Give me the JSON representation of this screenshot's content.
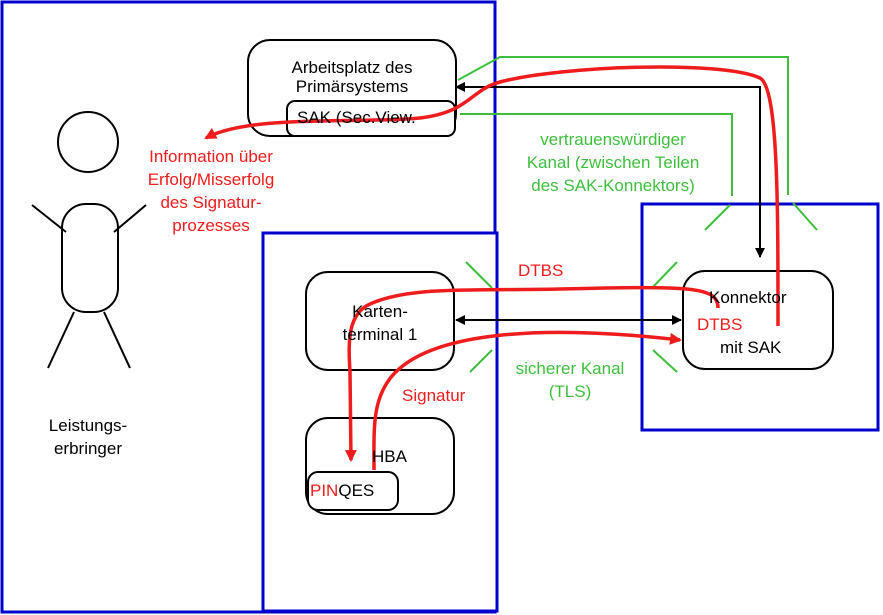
{
  "workstation": {
    "line1": "Arbeitsplatz des",
    "line2": "Primärsystems"
  },
  "sak_sec_view": "SAK (Sec.View.",
  "info": {
    "line1": "Information über",
    "line2": "Erfolg/Misserfolg",
    "line3": "des Signatur-",
    "line4": "prozesses"
  },
  "trusted_channel": {
    "line1": "vertrauenswürdiger",
    "line2": "Kanal (zwischen Teilen",
    "line3": "des SAK-Konnektors)"
  },
  "dtbs_top": "DTBS",
  "card_terminal": {
    "line1": "Karten-",
    "line2": "terminal 1"
  },
  "connector": {
    "line1": "Konnektor",
    "dtbs": "DTBS",
    "line2": "mit SAK"
  },
  "secure_channel": {
    "line1": "sicherer Kanal",
    "line2": "(TLS)"
  },
  "signatur": "Signatur",
  "actor": {
    "line1": "Leistungs-",
    "line2": "erbringer"
  },
  "hba": {
    "title": "HBA",
    "pin": "PIN",
    "qes": "QES"
  },
  "colors": {
    "blue_frame": "#0000cc",
    "red": "#ee1c1c",
    "green": "#3dbf3d",
    "black": "#000000"
  }
}
